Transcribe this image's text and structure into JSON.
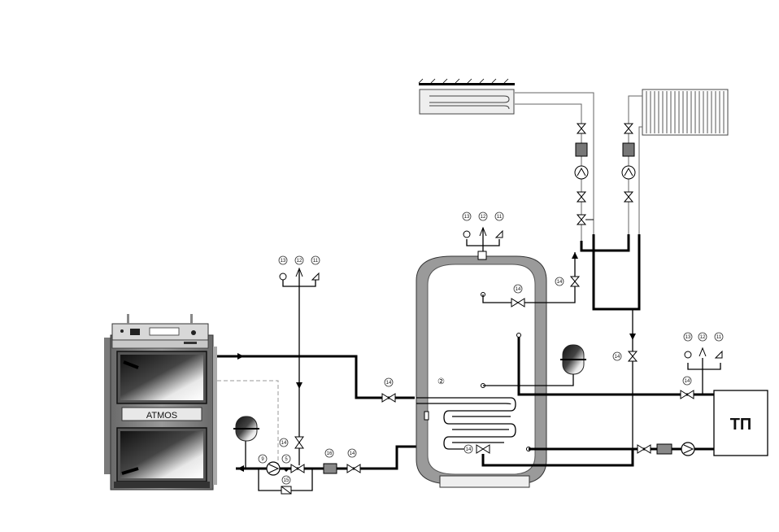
{
  "boiler": {
    "brand": "ATMOS"
  },
  "heat_exchanger": {
    "label": "ТП"
  },
  "tank": {
    "marker": "②"
  },
  "markers": {
    "valve": "14",
    "pressure_gauge": "13",
    "air_vent": "12",
    "safety_valve": "11",
    "pump": "9",
    "thermo_valve": "5",
    "filter": "16",
    "bypass_check": "15"
  }
}
